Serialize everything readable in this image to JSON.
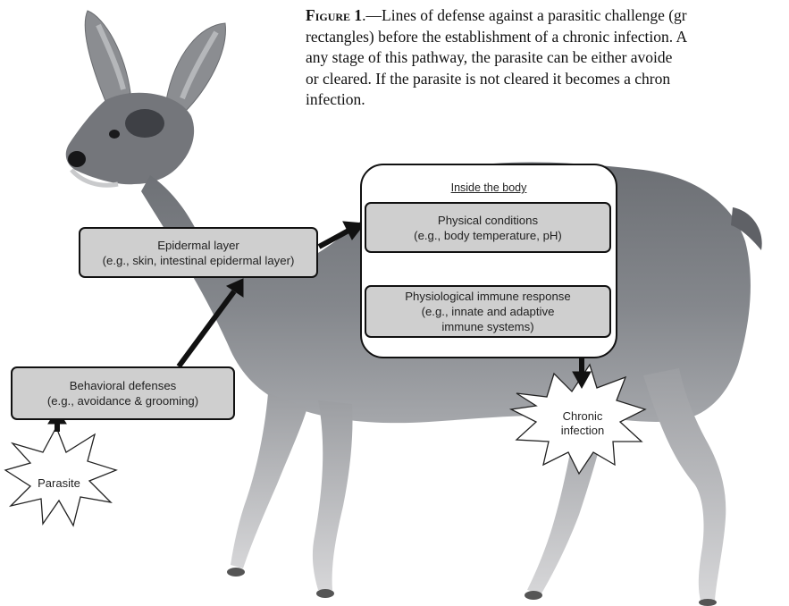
{
  "caption": {
    "figure_label": "Figure 1",
    "lines": [
      ".—Lines of defense against a parasitic challenge (gr",
      "rectangles) before the establishment of a chronic infection.  A",
      "any stage of this pathway, the parasite can be either avoide",
      "or cleared. If the parasite is not cleared it becomes a chron",
      "infection."
    ]
  },
  "nodes": {
    "parasite": "Parasite",
    "behavioral": {
      "title": "Behavioral defenses",
      "example": "(e.g., avoidance & grooming)"
    },
    "epidermal": {
      "title": "Epidermal layer",
      "example": "(e.g., skin, intestinal epidermal layer)"
    },
    "inside_body": "Inside the body",
    "physical": {
      "title": "Physical conditions",
      "example": "(e.g., body temperature, pH)"
    },
    "physiological": {
      "title": "Physiological immune response",
      "line2": "(e.g., innate and adaptive",
      "line3": "immune systems)"
    },
    "chronic": {
      "line1": "Chronic",
      "line2": "infection"
    }
  },
  "colors": {
    "box_fill": "#cfcfcf",
    "outline": "#111111",
    "deer_body": "#7a7c80",
    "deer_leg": "#c7c7c9"
  },
  "icons": [
    "deer-illustration",
    "parasite-starburst",
    "chronic-infection-starburst",
    "flow-arrow"
  ]
}
